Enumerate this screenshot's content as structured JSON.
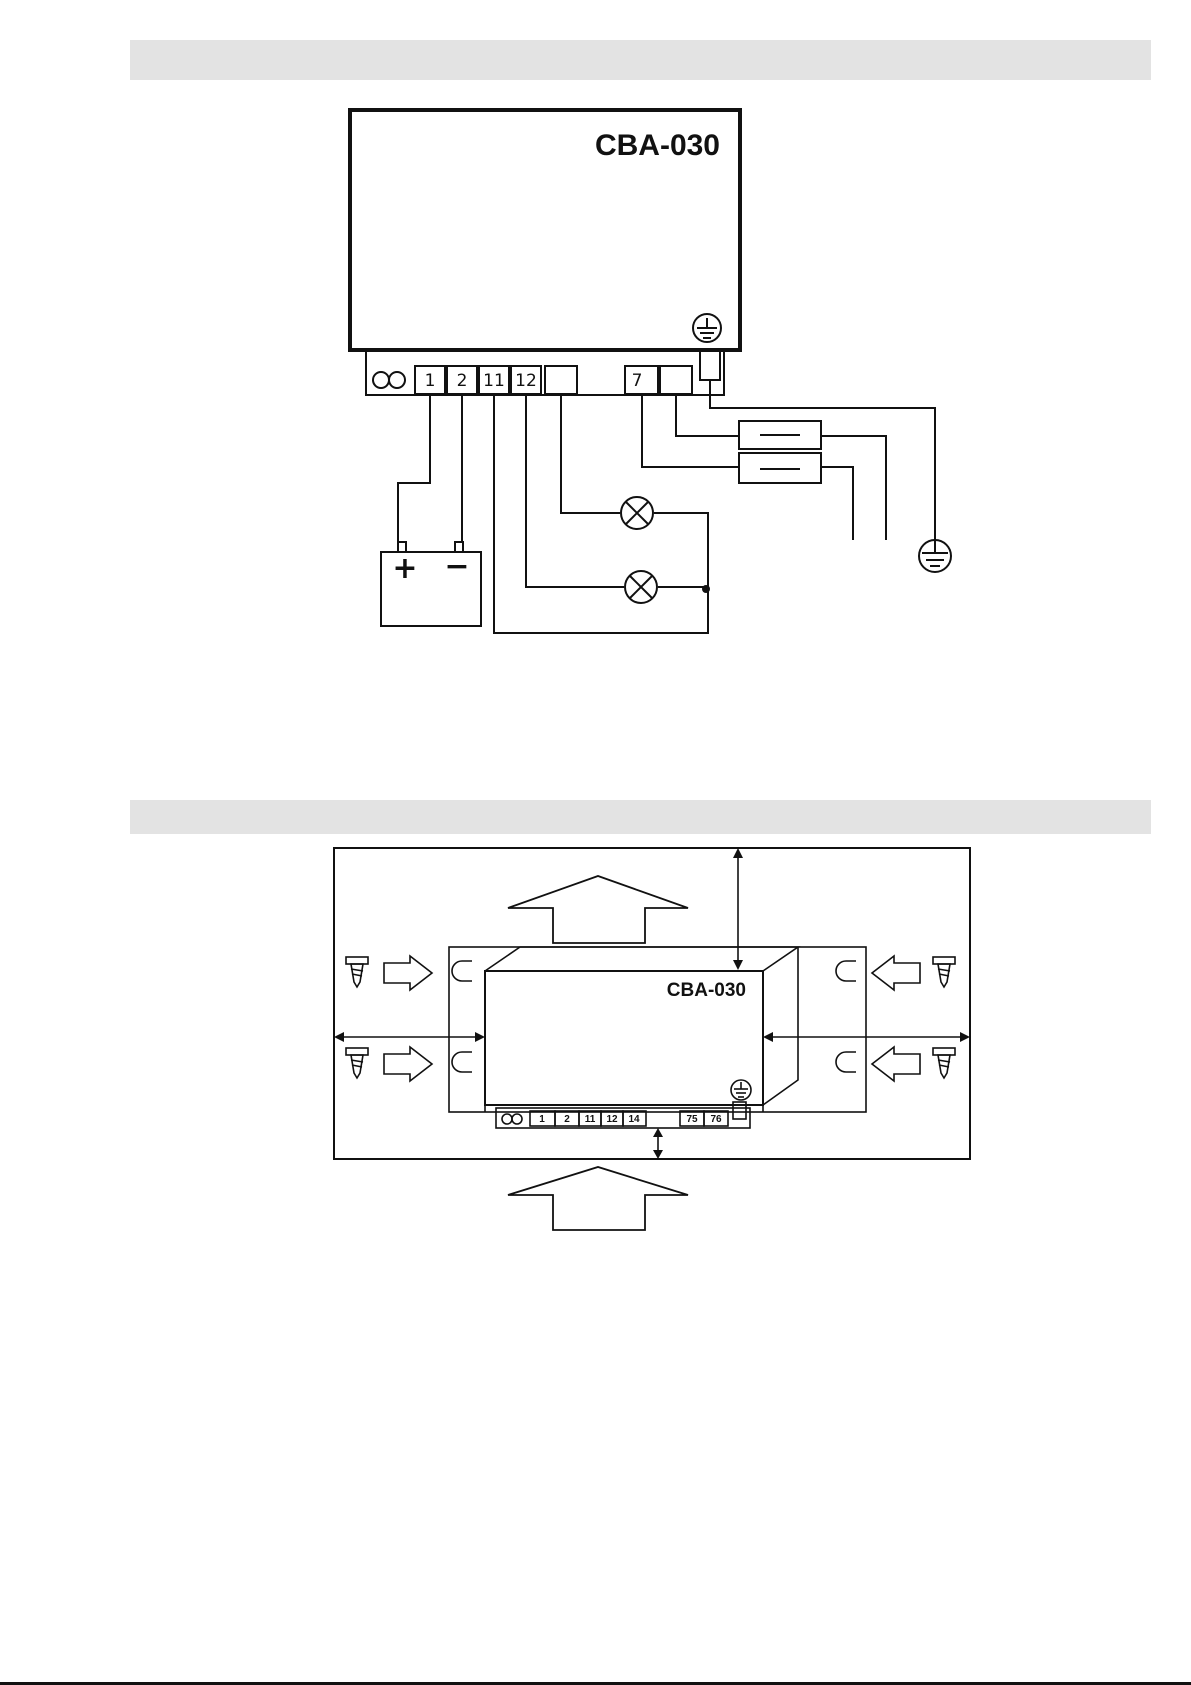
{
  "wiring": {
    "model": "CBA-030",
    "terminals": [
      "1",
      "2",
      "11",
      "12",
      "",
      "7",
      ""
    ],
    "battery_plus": "+",
    "battery_minus": "−"
  },
  "mounting": {
    "model": "CBA-030",
    "terminals": [
      "1",
      "2",
      "11",
      "12",
      "14",
      "75",
      "76"
    ]
  },
  "colors": {
    "line": "#111111",
    "band": "#e3e3e3"
  }
}
